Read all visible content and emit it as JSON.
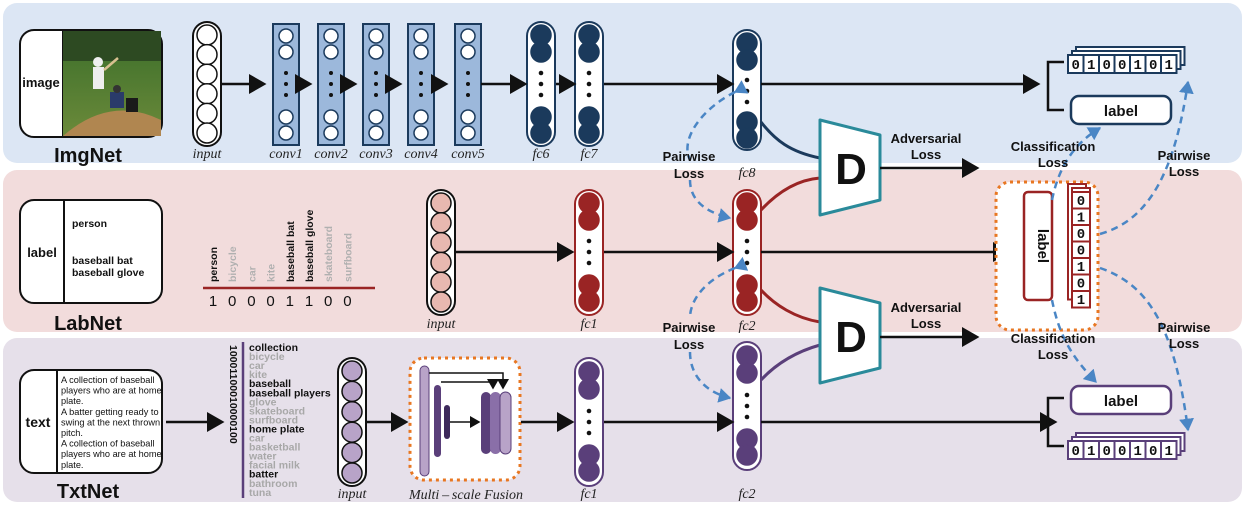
{
  "panels": {
    "img": {
      "title": "ImgNet",
      "input_tag": "image"
    },
    "lab": {
      "title": "LabNet",
      "input_tag": "label",
      "text_lines": [
        "person",
        "baseball  bat",
        "baseball  glove"
      ]
    },
    "txt": {
      "title": "TxtNet",
      "input_tag": "text",
      "text_lines": [
        "A collection of baseball",
        "players who are at home",
        "plate.",
        "A batter getting ready to",
        "swing at the next thrown",
        "pitch.",
        "A collection of baseball",
        "players who are at home",
        "plate."
      ]
    }
  },
  "img_layers": {
    "input": "input",
    "conv1": "conv1",
    "conv2": "conv2",
    "conv3": "conv3",
    "conv4": "conv4",
    "conv5": "conv5",
    "fc6": "fc6",
    "fc7": "fc7",
    "fc8": "fc8"
  },
  "lab_layers": {
    "input": "input",
    "fc1": "fc1",
    "fc2": "fc2"
  },
  "txt_layers": {
    "input": "input",
    "fusion": "Multi – scale  Fusion",
    "fc1": "fc1",
    "fc2": "fc2"
  },
  "label_vector": {
    "words": [
      "person",
      "bicycle",
      "car",
      "kite",
      "baseball  bat",
      "baseball  glove",
      "skateboard",
      "surfboard"
    ],
    "active": [
      true,
      false,
      false,
      false,
      true,
      true,
      false,
      false
    ],
    "digits": [
      "1",
      "0",
      "0",
      "0",
      "1",
      "1",
      "0",
      "0"
    ]
  },
  "text_vector": {
    "bits": "10001100010000100",
    "words": [
      "collection",
      "bicycle",
      "car",
      "kite",
      "baseball",
      "baseball players",
      "glove",
      "skateboard",
      "surfboard",
      "home plate",
      "car",
      "basketball",
      "water",
      "facial milk",
      "batter",
      "bathroom",
      "tuna"
    ],
    "active": [
      true,
      false,
      false,
      false,
      true,
      true,
      false,
      false,
      false,
      true,
      false,
      false,
      false,
      false,
      true,
      false,
      false
    ]
  },
  "discriminator": {
    "symbol": "D",
    "loss_word1": "Adversarial",
    "loss_word2": "Loss"
  },
  "pairwise": {
    "word1": "Pairwise",
    "word2": "Loss"
  },
  "classification": {
    "word1": "Classification",
    "word2": "Loss"
  },
  "outputs": {
    "label_box": "label",
    "lab_label": "label",
    "hash_code": [
      "0",
      "1",
      "0",
      "0",
      "1",
      "0",
      "1"
    ],
    "lab_code": [
      "0",
      "1",
      "0",
      "0",
      "1",
      "0",
      "1"
    ]
  },
  "colors": {
    "img_bg": "#dce6f4",
    "lab_bg": "#f2dcdc",
    "txt_bg": "#e6e0ea",
    "navy": "#1b3a5c",
    "conv_fill": "#9cb8db",
    "dark_red": "#9a2424",
    "lab_input_fill": "#e8b8b0",
    "purple": "#5a3f7a",
    "txt_input_fill": "#b8a3c8",
    "teal": "#2a8a9a",
    "orange": "#e87722",
    "dash_blue": "#4a86c5"
  }
}
